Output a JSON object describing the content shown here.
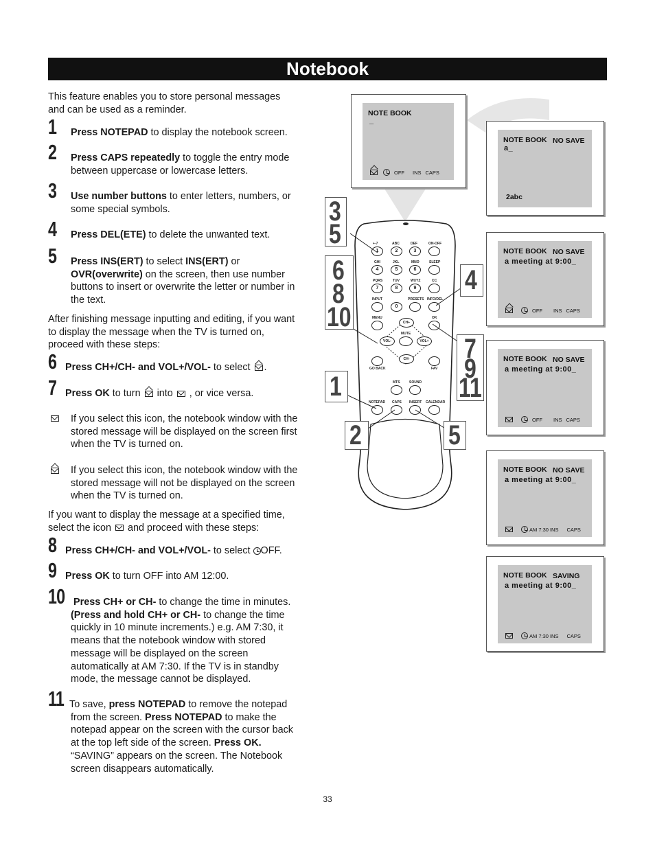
{
  "title": "Notebook",
  "intro": "This feature enables you to store personal messages and can be used as a reminder.",
  "steps": [
    {
      "num": "1",
      "bold": "Press NOTEPAD",
      "text": " to display the notebook screen."
    },
    {
      "num": "2",
      "bold": "Press CAPS repeatedly",
      "text": " to toggle the entry mode between uppercase or lowercase letters."
    },
    {
      "num": "3",
      "bold": "Use number buttons",
      "text": " to enter letters, numbers, or some special symbols."
    },
    {
      "num": "4",
      "bold": "Press DEL(ETE)",
      "text": " to delete the unwanted text."
    },
    {
      "num": "5",
      "bold": "Press INS(ERT)",
      "text": " to select ",
      "bold2": "INS(ERT)",
      "text2": " or ",
      "bold3": "OVR(overwrite)",
      "text3": " on the screen, then use number buttons to insert or overwrite the letter or number in the text."
    },
    {
      "num": "6",
      "bold": "Press CH+/CH- and VOL+/VOL-",
      "text": " to select "
    },
    {
      "num": "7",
      "bold": "Press OK",
      "text": " to turn ",
      "text2": " into ",
      "text3": " , or vice versa."
    },
    {
      "num": "8",
      "bold": "Press CH+/CH- and VOL+/VOL-",
      "text": " to select ",
      "text2": "OFF."
    },
    {
      "num": "9",
      "bold": "Press OK",
      "text": " to turn OFF into AM 12:00."
    },
    {
      "num": "10",
      "bold": "Press CH+ or CH-",
      "text": " to change the time in minutes. ",
      "bold2": "(Press and hold CH+ or CH-",
      "text2": " to change the time quickly in 10 minute increments.) e.g. AM 7:30, it means that the notebook window with stored message will be displayed on the screen automatically at AM 7:30. If the TV is in standby mode, the message cannot be displayed."
    },
    {
      "num": "11",
      "text": "To save, ",
      "bold": "press NOTEPAD",
      "text2": " to remove the notepad from the screen. ",
      "bold2": "Press NOTEPAD",
      "text3": " to make the notepad appear on the screen with the cursor back at the top left side of the screen. ",
      "bold3": "Press OK.",
      "text4": " “SAVING” appears on the screen. The Notebook screen disappears automatically."
    }
  ],
  "after_five": "After finishing message inputting and editing, if you want to display the message when the TV is turned on, proceed with these steps:",
  "icon_closed_desc": "If you select this icon, the notebook window with the stored message will be displayed on the screen first when the TV is turned on.",
  "icon_open_desc": "If you select this icon, the notebook window with the stored message will not be displayed on the screen when the TV is turned on.",
  "specified_time": "If you want to display the message at a specified time, select the icon ",
  "specified_time_end": " and proceed with these steps:",
  "page_number": "33",
  "screens": [
    {
      "title": "NOTE BOOK",
      "status": "",
      "text": "_",
      "bottom": [
        "OFF",
        "INS",
        "CAPS"
      ]
    },
    {
      "title": "NOTE BOOK",
      "status": "NO SAVE",
      "text": "a_",
      "bottom_text": "2abc"
    },
    {
      "title": "NOTE BOOK",
      "status": "NO SAVE",
      "text": "a meeting at 9:00_",
      "bottom": [
        "OFF",
        "INS",
        "CAPS"
      ]
    },
    {
      "title": "NOTE BOOK",
      "status": "NO SAVE",
      "text": "a meeting at 9:00_",
      "bottom": [
        "OFF",
        "INS",
        "CAPS"
      ]
    },
    {
      "title": "NOTE BOOK",
      "status": "NO SAVE",
      "text": "a meeting at 9:00_",
      "bottom": [
        "AM 7:30",
        "INS",
        "CAPS"
      ]
    },
    {
      "title": "NOTE BOOK",
      "status": "SAVING",
      "text": "a meeting at 9:00_",
      "bottom": [
        "AM 7:30",
        "INS",
        "CAPS"
      ]
    }
  ],
  "callouts": {
    "a": "3",
    "b": "5",
    "c": "6",
    "d": "8",
    "e": "10",
    "f": "4",
    "g": "7",
    "h": "9",
    "i": "11",
    "j": "1",
    "k": "2",
    "l": "5"
  },
  "remote": {
    "row1": [
      "+-7",
      "ABC",
      "DEF",
      "ON-OFF"
    ],
    "row1n": [
      "1",
      "2",
      "3"
    ],
    "row2": [
      "GHI",
      "JKL",
      "MNO",
      "SLEEP"
    ],
    "row2n": [
      "4",
      "5",
      "6"
    ],
    "row3": [
      "PQRS",
      "TUV",
      "WXYZ",
      "CC"
    ],
    "row3n": [
      "7",
      "8",
      "9"
    ],
    "row4": [
      "INPUT",
      "PRESETS",
      "INFO/DEL"
    ],
    "row4n": "0",
    "menu": "MENU",
    "ok": "OK",
    "chp": "CH+",
    "chm": "CH-",
    "volm": "VOL-",
    "volp": "VOL+",
    "mute": "MUTE",
    "goback": "GO BACK",
    "fav": "FAV",
    "mts": "MTS",
    "sound": "SOUND",
    "bottom": [
      "NOTEPAD",
      "CAPS",
      "INSERT",
      "CALENDAR"
    ]
  }
}
